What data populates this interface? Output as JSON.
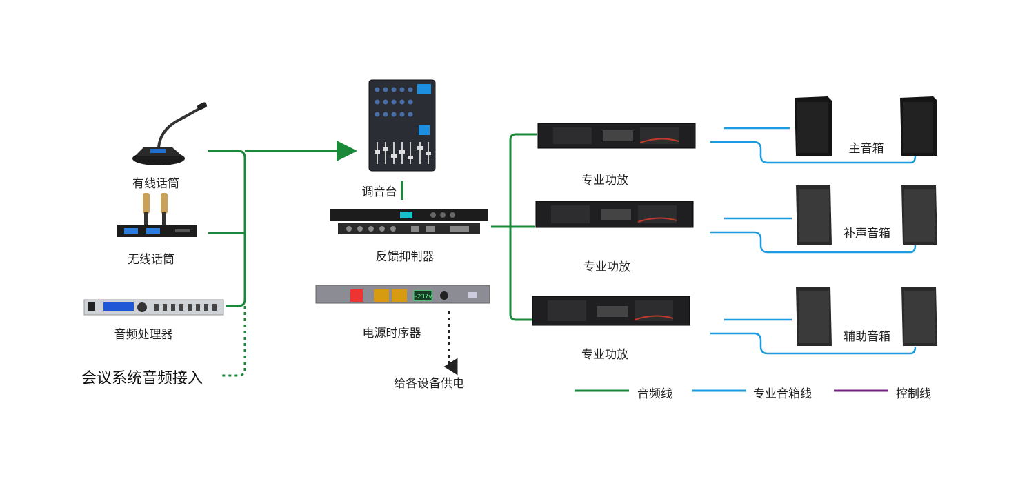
{
  "labels": {
    "wired_mic": "有线话筒",
    "wireless_mic": "无线话筒",
    "audio_processor": "音频处理器",
    "conference_input": "会议系统音频接入",
    "mixer": "调音台",
    "feedback_suppressor": "反馈抑制器",
    "power_sequencer": "电源时序器",
    "power_supply": "给各设备供电",
    "amp1": "专业功放",
    "amp2": "专业功放",
    "amp3": "专业功放",
    "main_speaker": "主音箱",
    "fill_speaker": "补声音箱",
    "aux_speaker": "辅助音箱"
  },
  "sequencer_display": "~237v",
  "legend": {
    "audio_line": "音频线",
    "speaker_line": "专业音箱线",
    "control_line": "控制线"
  },
  "colors": {
    "audio_line": "#1a8a3a",
    "speaker_line": "#1b9be0",
    "control_line": "#7b1f8c",
    "power_line": "#222222"
  }
}
